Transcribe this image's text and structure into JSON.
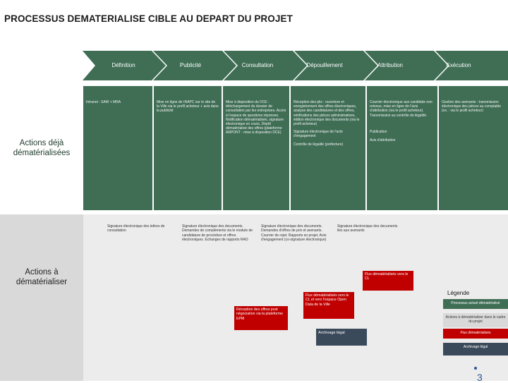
{
  "title": "PROCESSUS DEMATERIALISE CIBLE AU DEPART DU PROJET",
  "phases": [
    "Définition",
    "Publicité",
    "Consultation",
    "Dépouillement",
    "Attribution",
    "Exécution"
  ],
  "rows": [
    {
      "label": "Actions déjà dématérialisées"
    },
    {
      "label": "Actions à dématérialiser"
    }
  ],
  "row1_cells": [
    "Intranet : SAW + MRA",
    "Mise en ligne de l'AAPC sur le site de la Ville via le profil acheteur + avis dans la publicité",
    "Mise à disposition du DCE : téléchargement du dossier de consultation par les entreprises. Accès à l'espace de questions réponses. Notification dématérialisée, signature électronique en cours, Dépôt dématérialisé des offres (plateforme ARPONT - mise à disposition DCE)",
    "Réception des plis : ouverture et enregistrement des offres électroniques, analyse des candidatures et des offres, vérifications des pièces administratives, édition électronique des documents (via le profil acheteur)",
    "Courrier électronique aux candidats non retenus, mise en ligne de l'avis d'attribution (via le profil acheteur). Transmission au contrôle de légalité.",
    "Gestion des avenants : transmission électronique des pièces au comptable (ex. : via le profil acheteur)"
  ],
  "row1_extra": [
    "Signature électronique de l'acte d'engagement",
    "Contrôle de légalité (préfecture)",
    "Publication",
    "Avis d'attribution"
  ],
  "row2_cells": [
    "Signature électronique des lettres de consultation",
    "Signature électronique des documents. Demandes de compléments via le module de candidature de procédure et offres électroniques. Echanges de rapports RAO",
    "Signature électronique des documents. Demandes d'offres de prix et avenants. Courrier de rejet. Rapports en projet. Acte d'engagement (co-signature électronique)",
    "Signature électronique des documents liés aux avenants"
  ],
  "red_boxes": [
    "Flux dématérialisés vers le CL",
    "Flux dématérialisés vers le CL et vers l'espace Open Data de la Ville",
    "Réception des offres post négociation via la plateforme EPM"
  ],
  "slate_box": "Archivage légal",
  "legend": {
    "title": "Légende",
    "items": [
      "Processus actuel dématérialisé",
      "Actions à dématérialiser dans le cadre du projet",
      "Flux dématérialisés",
      "Archivage légal"
    ]
  },
  "page_number": "3",
  "colors": {
    "arrow": "#3f6e55",
    "row1_cells": "#3f6e55",
    "row2_fill": "#d9d9d9",
    "red": "#c00000",
    "slate": "#3b4a5a"
  }
}
